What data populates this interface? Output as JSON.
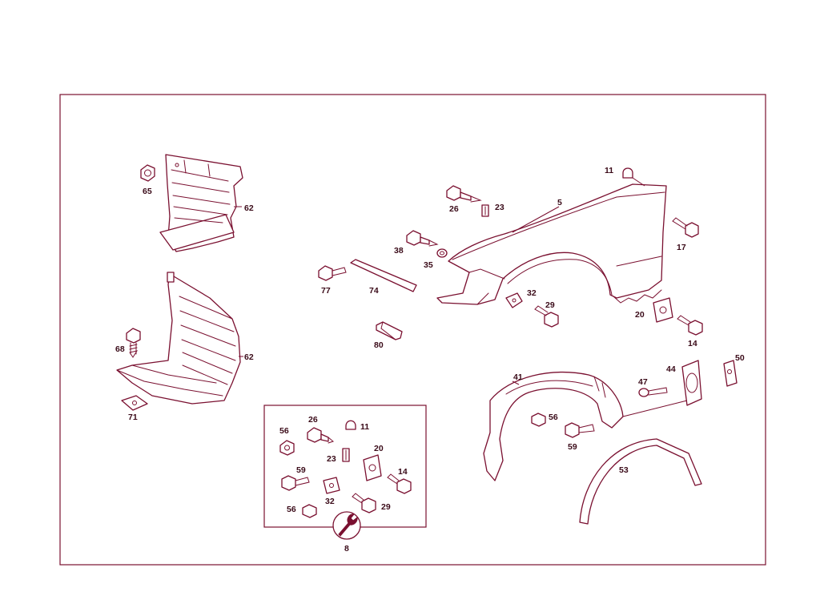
{
  "colors": {
    "line": "#7a1030",
    "label": "#3a0a18",
    "background": "#ffffff"
  },
  "labels": {
    "p65": "65",
    "p62a": "62",
    "p68": "68",
    "p62b": "62",
    "p71": "71",
    "p11": "11",
    "p26": "26",
    "p23": "23",
    "p5": "5",
    "p17": "17",
    "p38": "38",
    "p35": "35",
    "p77": "77",
    "p74": "74",
    "p32": "32",
    "p29": "29",
    "p20": "20",
    "p14": "14",
    "p80": "80",
    "p44": "44",
    "p50": "50",
    "p47": "47",
    "p41": "41",
    "p56": "56",
    "p59": "59",
    "p53": "53",
    "k56a": "56",
    "k26": "26",
    "k11": "11",
    "k23": "23",
    "k20": "20",
    "k59": "59",
    "k14": "14",
    "k32": "32",
    "k29": "29",
    "k56b": "56",
    "k8": "8"
  }
}
